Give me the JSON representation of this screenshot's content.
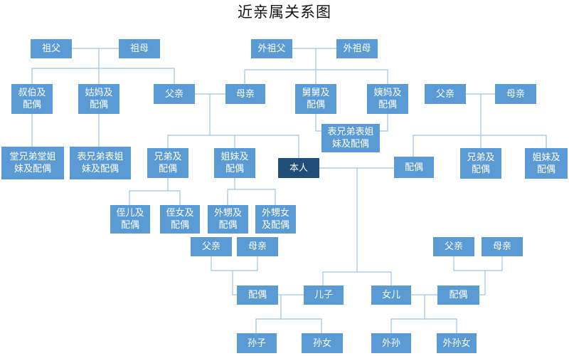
{
  "title": "近亲属关系图",
  "colors": {
    "node": "#5b9bd5",
    "self": "#1f4e79",
    "line": "#9dc3e6"
  },
  "nodes": {
    "paternal_grandfather": "祖父",
    "paternal_grandmother": "祖母",
    "maternal_grandfather": "外祖父",
    "maternal_grandmother": "外祖母",
    "paternal_uncle": "叔伯及\n配偶",
    "paternal_aunt": "姑妈及\n配偶",
    "father": "父亲",
    "mother": "母亲",
    "maternal_uncle": "舅舅及\n配偶",
    "maternal_aunt": "姨妈及\n配偶",
    "spouse_father": "父亲",
    "spouse_mother": "母亲",
    "paternal_cousins": "堂兄弟堂姐\n妹及配偶",
    "paternal_aunt_cousins": "表兄弟表姐\n妹及配偶",
    "maternal_cousins": "表兄弟表姐\n妹及配偶",
    "brothers": "兄弟及\n配偶",
    "sisters": "姐妹及\n配偶",
    "self": "本人",
    "spouse": "配偶",
    "spouse_brothers": "兄弟及\n配偶",
    "spouse_sisters": "姐妹及\n配偶",
    "nephew": "侄儿及\n配偶",
    "niece": "侄女及\n配偶",
    "sister_son": "外甥及\n配偶",
    "sister_daughter": "外甥女\n及配偶",
    "son_in_law_father": "父亲",
    "son_in_law_mother": "母亲",
    "daughter_in_law_father": "父亲",
    "daughter_in_law_mother": "母亲",
    "son_spouse": "配偶",
    "son": "儿子",
    "daughter": "女儿",
    "daughter_spouse": "配偶",
    "grandson": "孙子",
    "granddaughter": "孙女",
    "daughter_grandson": "外孙",
    "daughter_granddaughter": "外孙女"
  }
}
